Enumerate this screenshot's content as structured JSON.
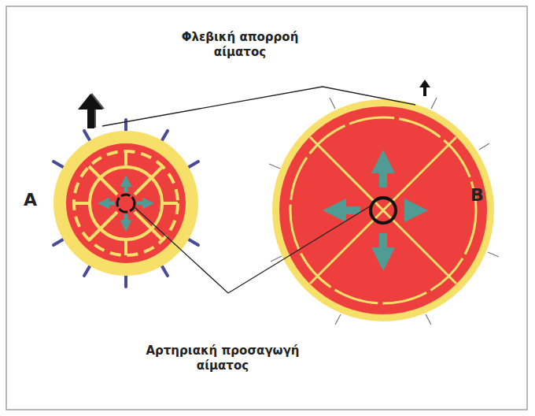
{
  "diagram": {
    "labels": [
      "Φλεβική απορροή αίματος",
      "A",
      "B",
      "Αρτηριακή προσαγωγή αίματος"
    ]
  }
}
